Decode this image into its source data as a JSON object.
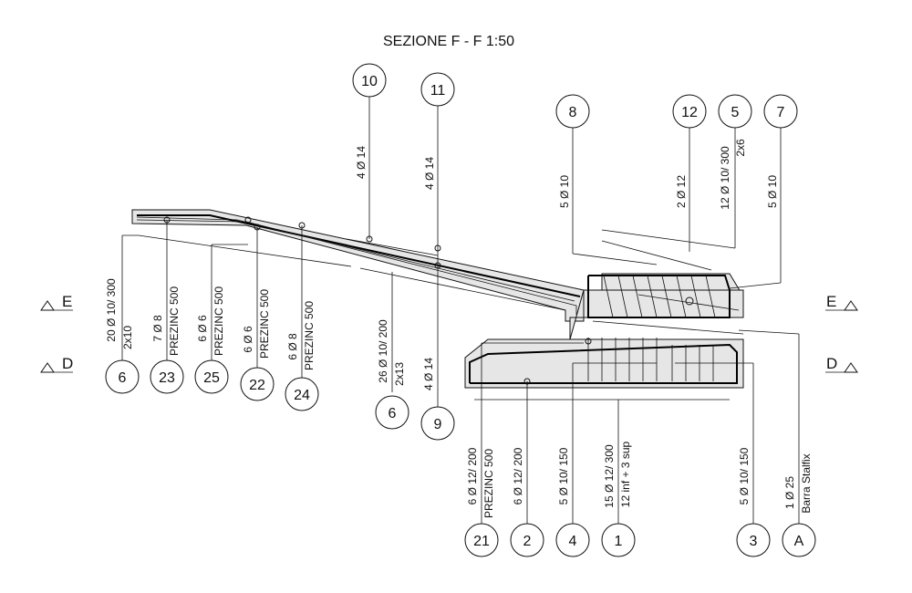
{
  "title": "SEZIONE  F - F   1:50",
  "section_marks": [
    {
      "letter": "E",
      "side": "left"
    },
    {
      "letter": "D",
      "side": "left"
    },
    {
      "letter": "E",
      "side": "right"
    },
    {
      "letter": "D",
      "side": "right"
    }
  ],
  "bubbles": {
    "b10": "10",
    "b11": "11",
    "b8": "8",
    "b12": "12",
    "b5": "5",
    "b7": "7",
    "b6a": "6",
    "b23": "23",
    "b25": "25",
    "b22": "22",
    "b24": "24",
    "b6b": "6",
    "b9": "9",
    "b21": "21",
    "b2": "2",
    "b4": "4",
    "b1": "1",
    "b3": "3",
    "bA": "A"
  },
  "labels": {
    "l10": "4   Ø 14",
    "l11": "4   Ø 14",
    "l8": "5   Ø 10",
    "l12": "2   Ø 12",
    "l5a": "12  Ø 10/ 300",
    "l5b": "2x6",
    "l7": "5   Ø 10",
    "l6a_a": "20  Ø 10/ 300",
    "l6a_b": "2x10",
    "l23_a": "7   Ø  8",
    "l23_b": "PREZINC 500",
    "l25_a": "6   Ø  6",
    "l25_b": "PREZINC 500",
    "l22_a": "6   Ø  6",
    "l22_b": "PREZINC 500",
    "l24_a": "6   Ø  8",
    "l24_b": "PREZINC 500",
    "l6b_a": "26  Ø 10/ 200",
    "l6b_b": "2x13",
    "l9": "4   Ø 14",
    "l21_a": "6   Ø 12/ 200",
    "l21_b": "PREZINC 500",
    "l2": "6   Ø 12/ 200",
    "l4": "5   Ø 10/ 150",
    "l1_a": "15  Ø 12/ 300",
    "l1_b": "12 inf + 3 sup",
    "l3": "5   Ø 10/ 150",
    "lA_a": "1   Ø 25",
    "lA_b": "Barra Stalfix"
  }
}
